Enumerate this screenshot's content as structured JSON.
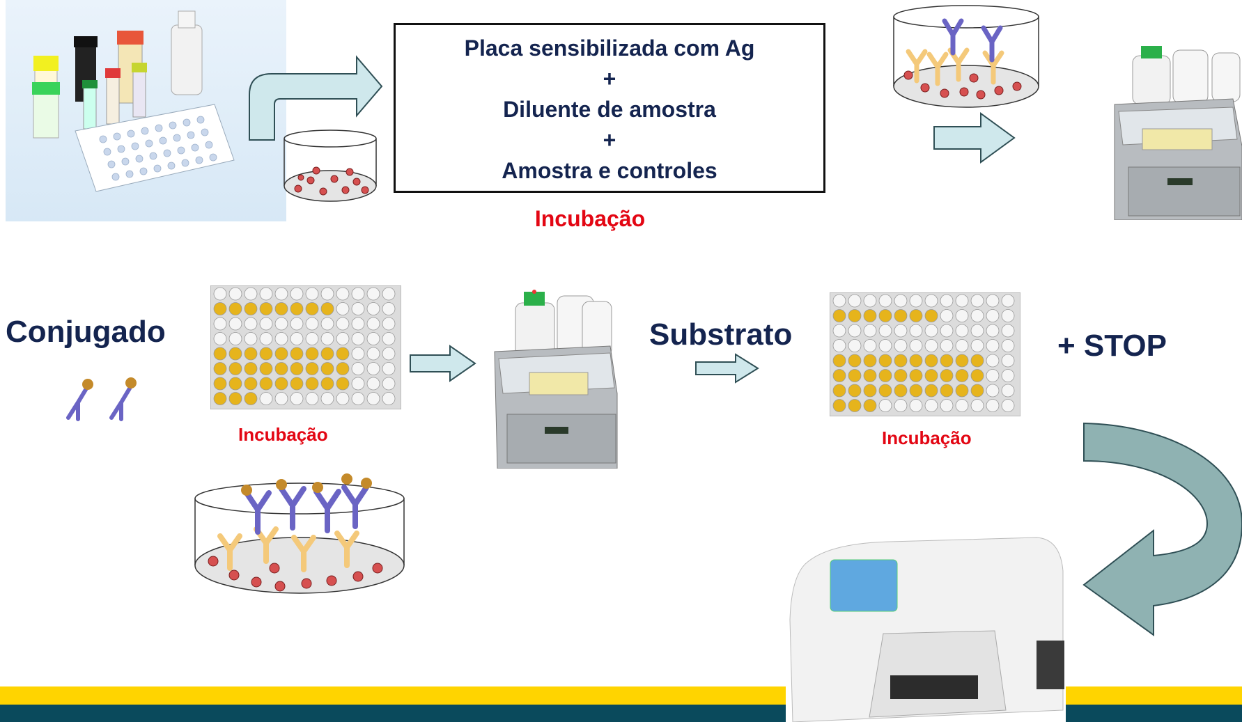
{
  "protocol_box": {
    "line1": "Placa sensibilizada com Ag",
    "plus1": "+",
    "line2": "Diluente de amostra",
    "plus2": "+",
    "line3": "Amostra e controles"
  },
  "labels": {
    "incubacao_top": "Incubação",
    "conjugado": "Conjugado",
    "incubacao_mid_left": "Incubação",
    "substrato": "Substrato",
    "incubacao_mid_right": "Incubação",
    "stop": "+ STOP"
  },
  "colors": {
    "navy_text": "#14244f",
    "red_text": "#e30613",
    "arrow_fill": "#cfe8ec",
    "arrow_stroke": "#2f4f55",
    "curved_arrow_fill": "#8fb2b2",
    "footer_yellow": "#ffd400",
    "footer_teal": "#0a4a5c"
  }
}
